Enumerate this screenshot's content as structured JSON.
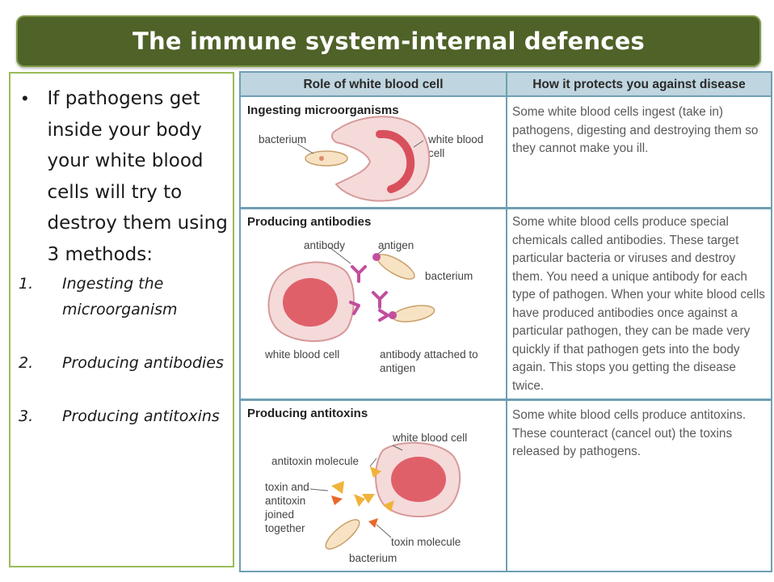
{
  "title": "The immune system-internal defences",
  "left": {
    "bullet": "If pathogens get inside your body your white blood cells will try to destroy them using 3 methods:",
    "methods": [
      {
        "num": "1.",
        "text": "Ingesting the microorganism"
      },
      {
        "num": "2.",
        "text": "Producing antibodies"
      },
      {
        "num": "3.",
        "text": "Producing antitoxins"
      }
    ]
  },
  "table": {
    "headers": [
      "Role of white blood cell",
      "How it protects you against disease"
    ],
    "rows": [
      {
        "title": "Ingesting microorganisms",
        "labels": {
          "bacterium": "bacterium",
          "wbc": "white blood cell"
        },
        "desc": "Some white blood cells ingest (take in) pathogens, digesting and destroying them so they cannot make you ill."
      },
      {
        "title": "Producing antibodies",
        "labels": {
          "antibody": "antibody",
          "antigen": "antigen",
          "bacterium": "bacterium",
          "wbc": "white blood cell",
          "attached": "antibody attached to antigen"
        },
        "desc": "Some white blood cells produce special chemicals called antibodies. These target particular bacteria or viruses and destroy them. You need a unique antibody for each type of pathogen. When your white blood cells have produced antibodies once against a particular pathogen, they can be made very quickly if that pathogen gets into the body again. This stops you getting the disease twice."
      },
      {
        "title": "Producing antitoxins",
        "labels": {
          "wbc": "white blood cell",
          "antitoxin": "antitoxin molecule",
          "joined": "toxin and antitoxin joined together",
          "toxin": "toxin molecule",
          "bacterium": "bacterium"
        },
        "desc": "Some white blood cells produce antitoxins. These counteract (cancel out) the toxins released by pathogens."
      }
    ]
  },
  "colors": {
    "title_bg": "#4f6228",
    "title_border": "#7f9a48",
    "panel_border": "#9bbb59",
    "table_border": "#6f9fb3",
    "header_bg": "#bfd5df"
  }
}
